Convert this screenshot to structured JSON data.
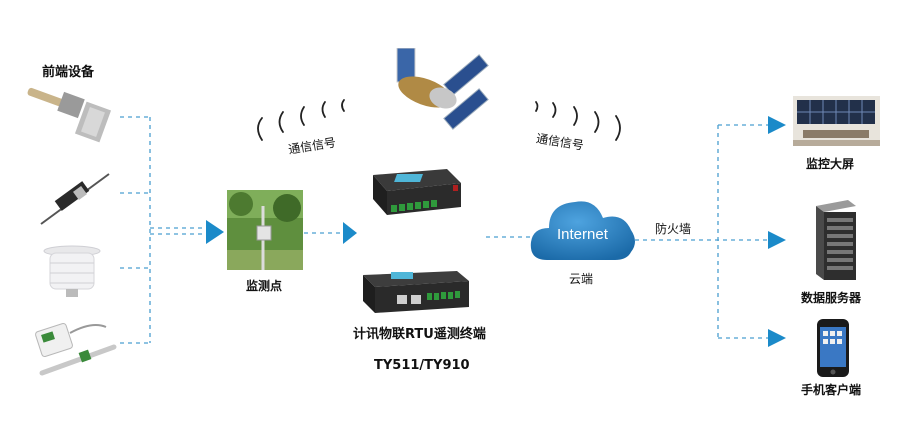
{
  "labels": {
    "frontend_devices": "前端设备",
    "monitor_point": "监测点",
    "signal_left": "通信信号",
    "signal_right": "通信信号",
    "rtu_name": "计讯物联RTU遥测终端",
    "rtu_model": "TY511/TY910",
    "internet": "Internet",
    "cloud": "云端",
    "firewall": "防火墙",
    "monitor_screen": "监控大屏",
    "data_server": "数据服务器",
    "mobile_client": "手机客户端"
  },
  "colors": {
    "dash": "#4a9fd0",
    "arrow": "#1b8ac9",
    "cloud": "#1d6fb0",
    "text": "#111111"
  },
  "icons": {
    "pressure_sensor": "pressure-sensor-icon",
    "displacement_sensor": "displacement-sensor-icon",
    "weather_shield": "weather-shield-icon",
    "temp_humidity_sensor": "temp-humidity-sensor-icon",
    "monitor_station": "monitor-station-icon",
    "satellite": "satellite-icon",
    "rtu_terminal_a": "rtu-terminal-icon",
    "rtu_terminal_b": "rtu-terminal-icon",
    "cloud": "cloud-icon",
    "video_wall": "video-wall-icon",
    "server": "server-icon",
    "phone": "phone-icon"
  }
}
